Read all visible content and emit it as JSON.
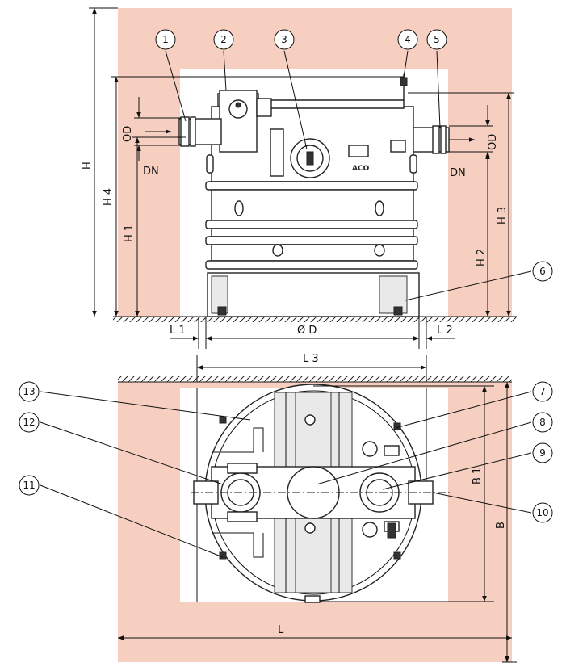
{
  "callouts": [
    "1",
    "2",
    "3",
    "4",
    "5",
    "6",
    "7",
    "8",
    "9",
    "10",
    "11",
    "12",
    "13"
  ],
  "dimensions": {
    "H": "H",
    "H4": "H 4",
    "H1": "H 1",
    "H2": "H 2",
    "H3": "H 3",
    "OD_left": "OD",
    "OD_right": "OD",
    "DN_left": "DN",
    "DN_right": "DN",
    "L1": "L 1",
    "OD_diameter": "Ø D",
    "L2": "L 2",
    "L3": "L 3",
    "B1": "B 1",
    "B": "B",
    "L": "L"
  },
  "brand": "ACO",
  "colors": {
    "wall_fill": "#f6cfc0",
    "line": "#111111",
    "part_fill": "#ffffff"
  }
}
